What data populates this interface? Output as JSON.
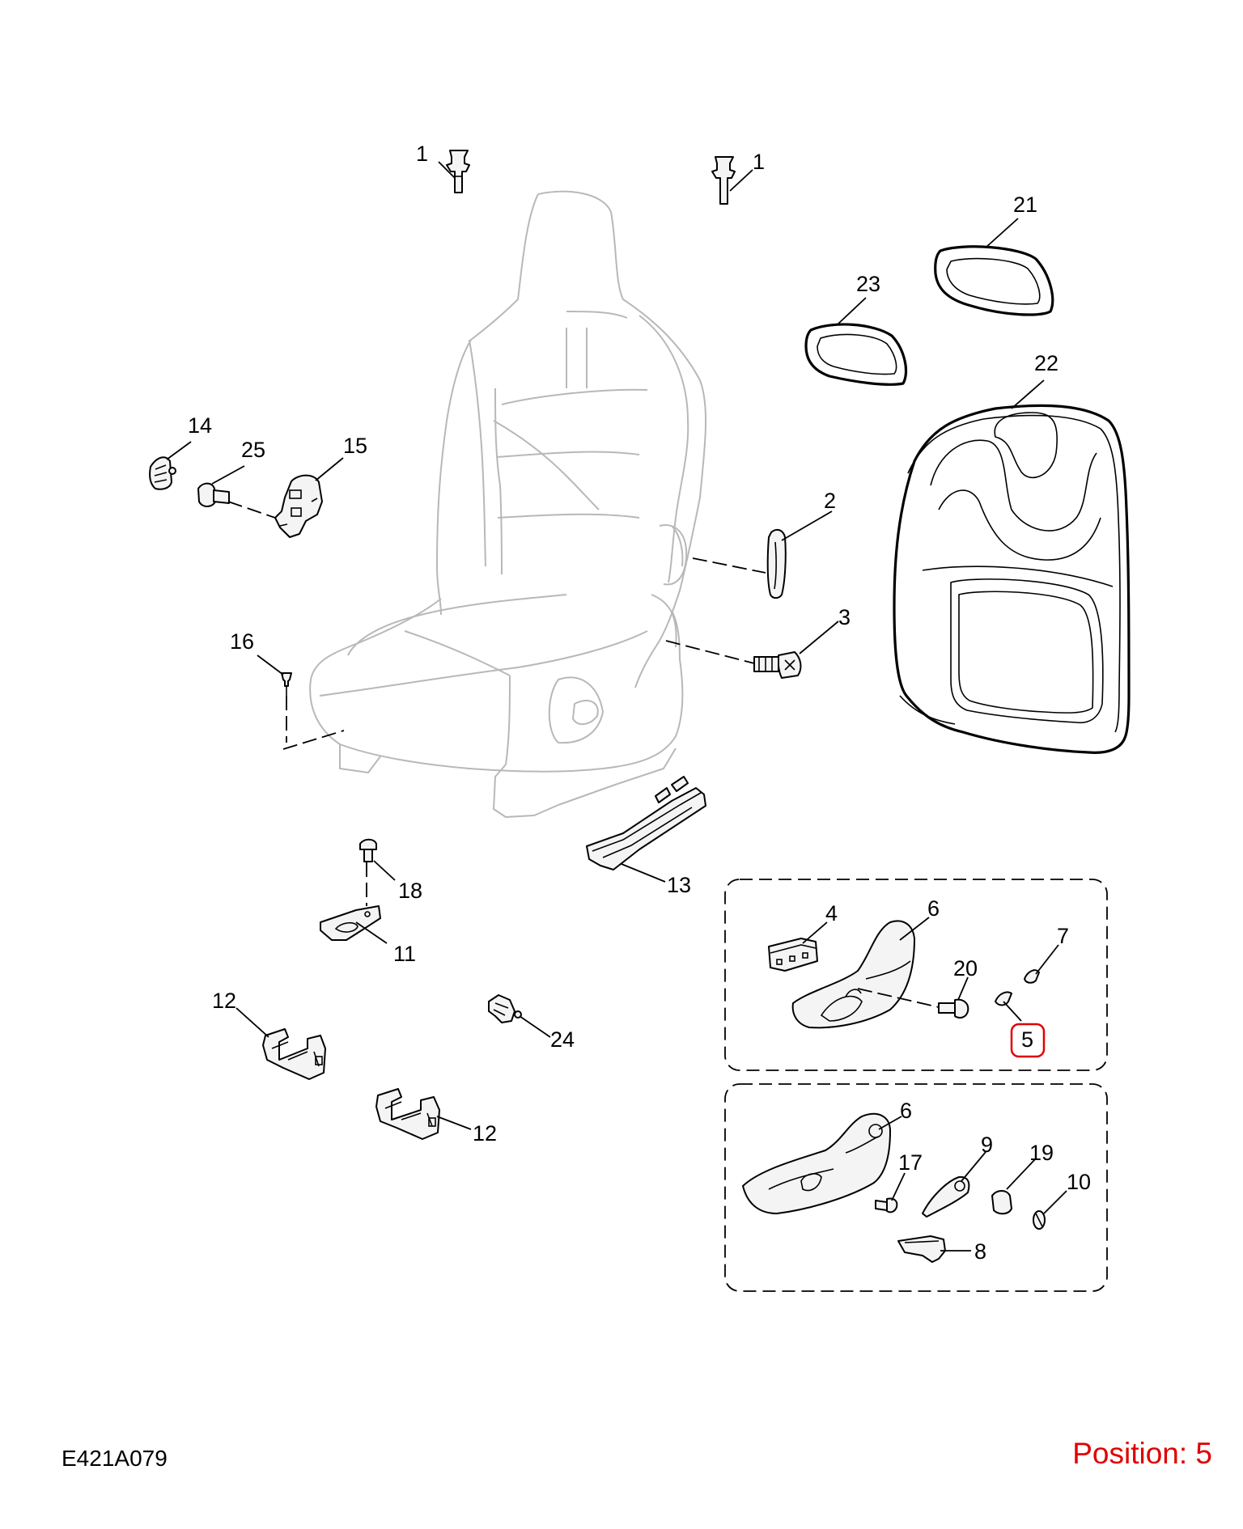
{
  "diagram_code": "E421A079",
  "position": {
    "prefix": "Position:",
    "value": "5"
  },
  "highlight_color": "#e00000",
  "callouts": {
    "c1a": "1",
    "c1b": "1",
    "c21": "21",
    "c23": "23",
    "c22": "22",
    "c2": "2",
    "c3": "3",
    "c14": "14",
    "c25": "25",
    "c15": "15",
    "c16": "16",
    "c18": "18",
    "c11": "11",
    "c13": "13",
    "c12a": "12",
    "c12b": "12",
    "c24": "24",
    "c4": "4",
    "c6a": "6",
    "c7": "7",
    "c20": "20",
    "c5": "5",
    "c6b": "6",
    "c9": "9",
    "c17": "17",
    "c19": "19",
    "c10": "10",
    "c8": "8"
  }
}
